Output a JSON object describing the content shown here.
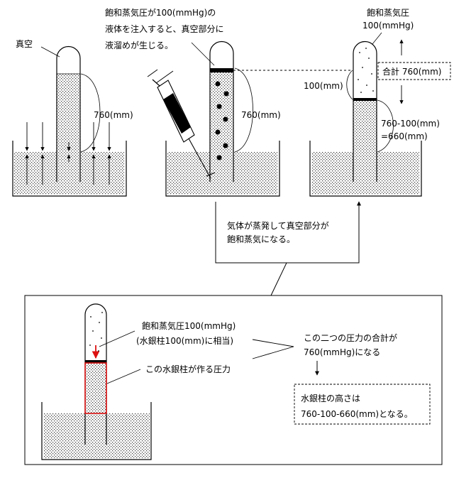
{
  "labels": {
    "vacuum": "真空",
    "note_line1": "飽和蒸気圧が100(mmHg)の",
    "note_line2": "液体を注入すると、真空部分に",
    "note_line3": "液溜めが生じる。",
    "height_760_a": "760(mm)",
    "height_760_b": "760(mm)",
    "sat_line1": "飽和蒸気圧",
    "sat_line2": "100(mmHg)",
    "total": "合計 760(mm)",
    "h100": "100(mm)",
    "h660_line1": "760-100(mm)",
    "h660_line2": "=660(mm)",
    "evap_line1": "気体が蒸発して真空部分が",
    "evap_line2": "飽和蒸気になる。",
    "p_line1": "飽和蒸気圧100(mmHg)",
    "p_line2": "(水銀柱100(mm)に相当)",
    "column_pressure": "この水銀柱が作る圧力",
    "sum_line1": "この二つの圧力の合計が",
    "sum_line2": "760(mmHg)になる",
    "result_line1": "水銀柱の高さは",
    "result_line2": "760-100-660(mm)となる。"
  }
}
